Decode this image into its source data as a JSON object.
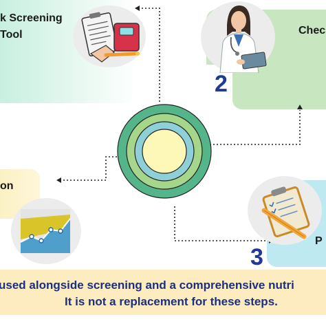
{
  "steps": {
    "top_left": {
      "label_line1": "k Screening",
      "label_line2": "Tool"
    },
    "top_right": {
      "label": "Chec",
      "number": "2"
    },
    "middle_left": {
      "label": "on"
    },
    "bottom_right": {
      "label": "P",
      "number": "3"
    }
  },
  "banner": {
    "line1": "used alongside screening and a comprehensive nutri",
    "line2": "It is not a replacement for these steps."
  },
  "colors": {
    "ring_outer": "#55b58a",
    "ring_2": "#a6d68a",
    "ring_3": "#8fd0d8",
    "ring_center": "#fdf7b8",
    "number_color": "#1f3a93",
    "banner_text": "#1a2f80",
    "banner_bg": "#fdecc0"
  },
  "icons": [
    "clipboard-scale-icon",
    "doctor-tablet-icon",
    "growth-chart-icon",
    "clipboard-pencil-icon"
  ]
}
